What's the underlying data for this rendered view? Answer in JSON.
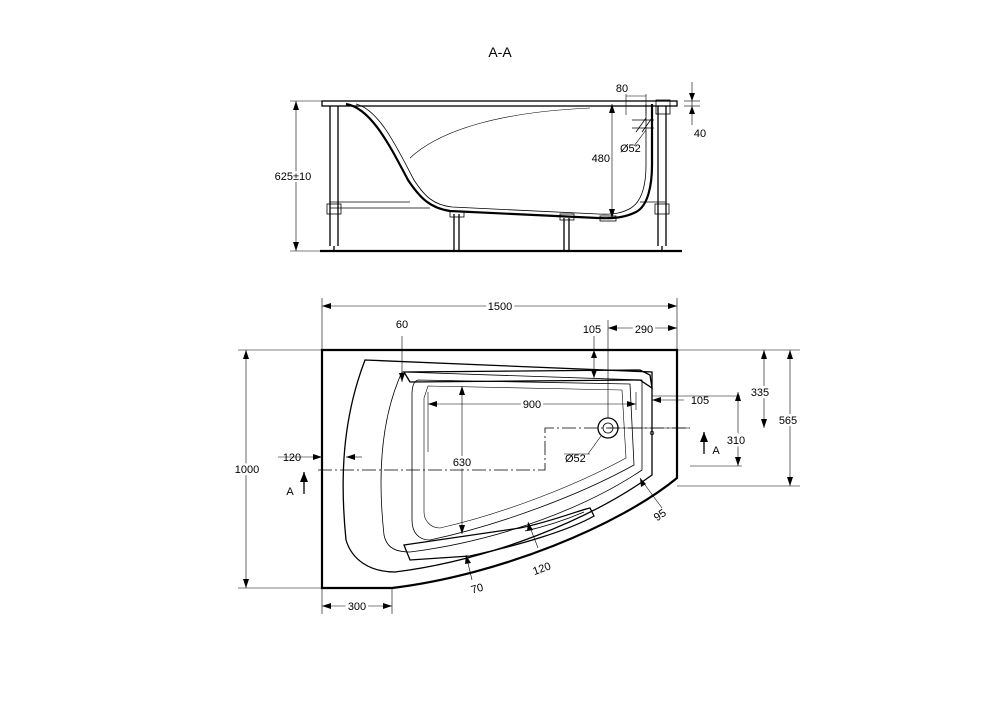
{
  "section_title": "A-A",
  "side_view": {
    "height_label": "625±10",
    "depth_label": "480",
    "drain_diameter_label": "Ø52",
    "dim_80": "80",
    "dim_40": "40"
  },
  "top_view": {
    "length_label": "1500",
    "width_label": "1000",
    "dim_60": "60",
    "dim_105_top": "105",
    "dim_290": "290",
    "dim_900": "900",
    "dim_105_right": "105",
    "dim_335": "335",
    "dim_565": "565",
    "dim_310": "310",
    "dim_630": "630",
    "dim_120_left": "120",
    "drain_diameter_label": "Ø52",
    "dim_95": "95",
    "dim_120_bottom": "120",
    "dim_70": "70",
    "dim_300": "300",
    "section_marker_left": "A",
    "section_marker_right": "A"
  }
}
